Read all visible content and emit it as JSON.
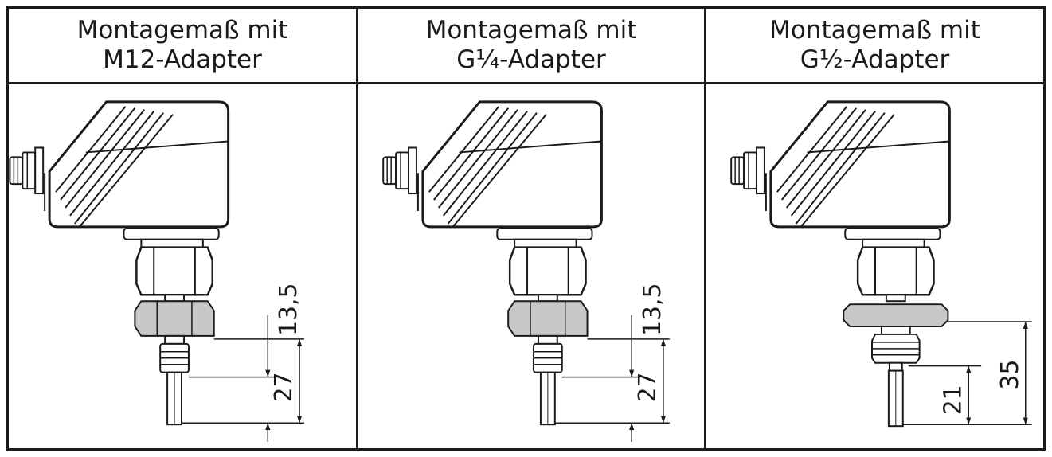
{
  "columns": [
    {
      "title_line1": "Montagemaß mit",
      "title_line2": "M12-Adapter",
      "dimension_upper": "13,5",
      "dimension_lower": "27"
    },
    {
      "title_line1": "Montagemaß mit",
      "title_line2": "G¼-Adapter",
      "dimension_upper": "13,5",
      "dimension_lower": "27"
    },
    {
      "title_line1": "Montagemaß mit",
      "title_line2": "G½-Adapter",
      "dimension_upper": "21",
      "dimension_lower": "35"
    }
  ],
  "colors": {
    "line": "#1a1a1a",
    "adapter_fill": "#c8c8c8",
    "background": "#ffffff"
  }
}
